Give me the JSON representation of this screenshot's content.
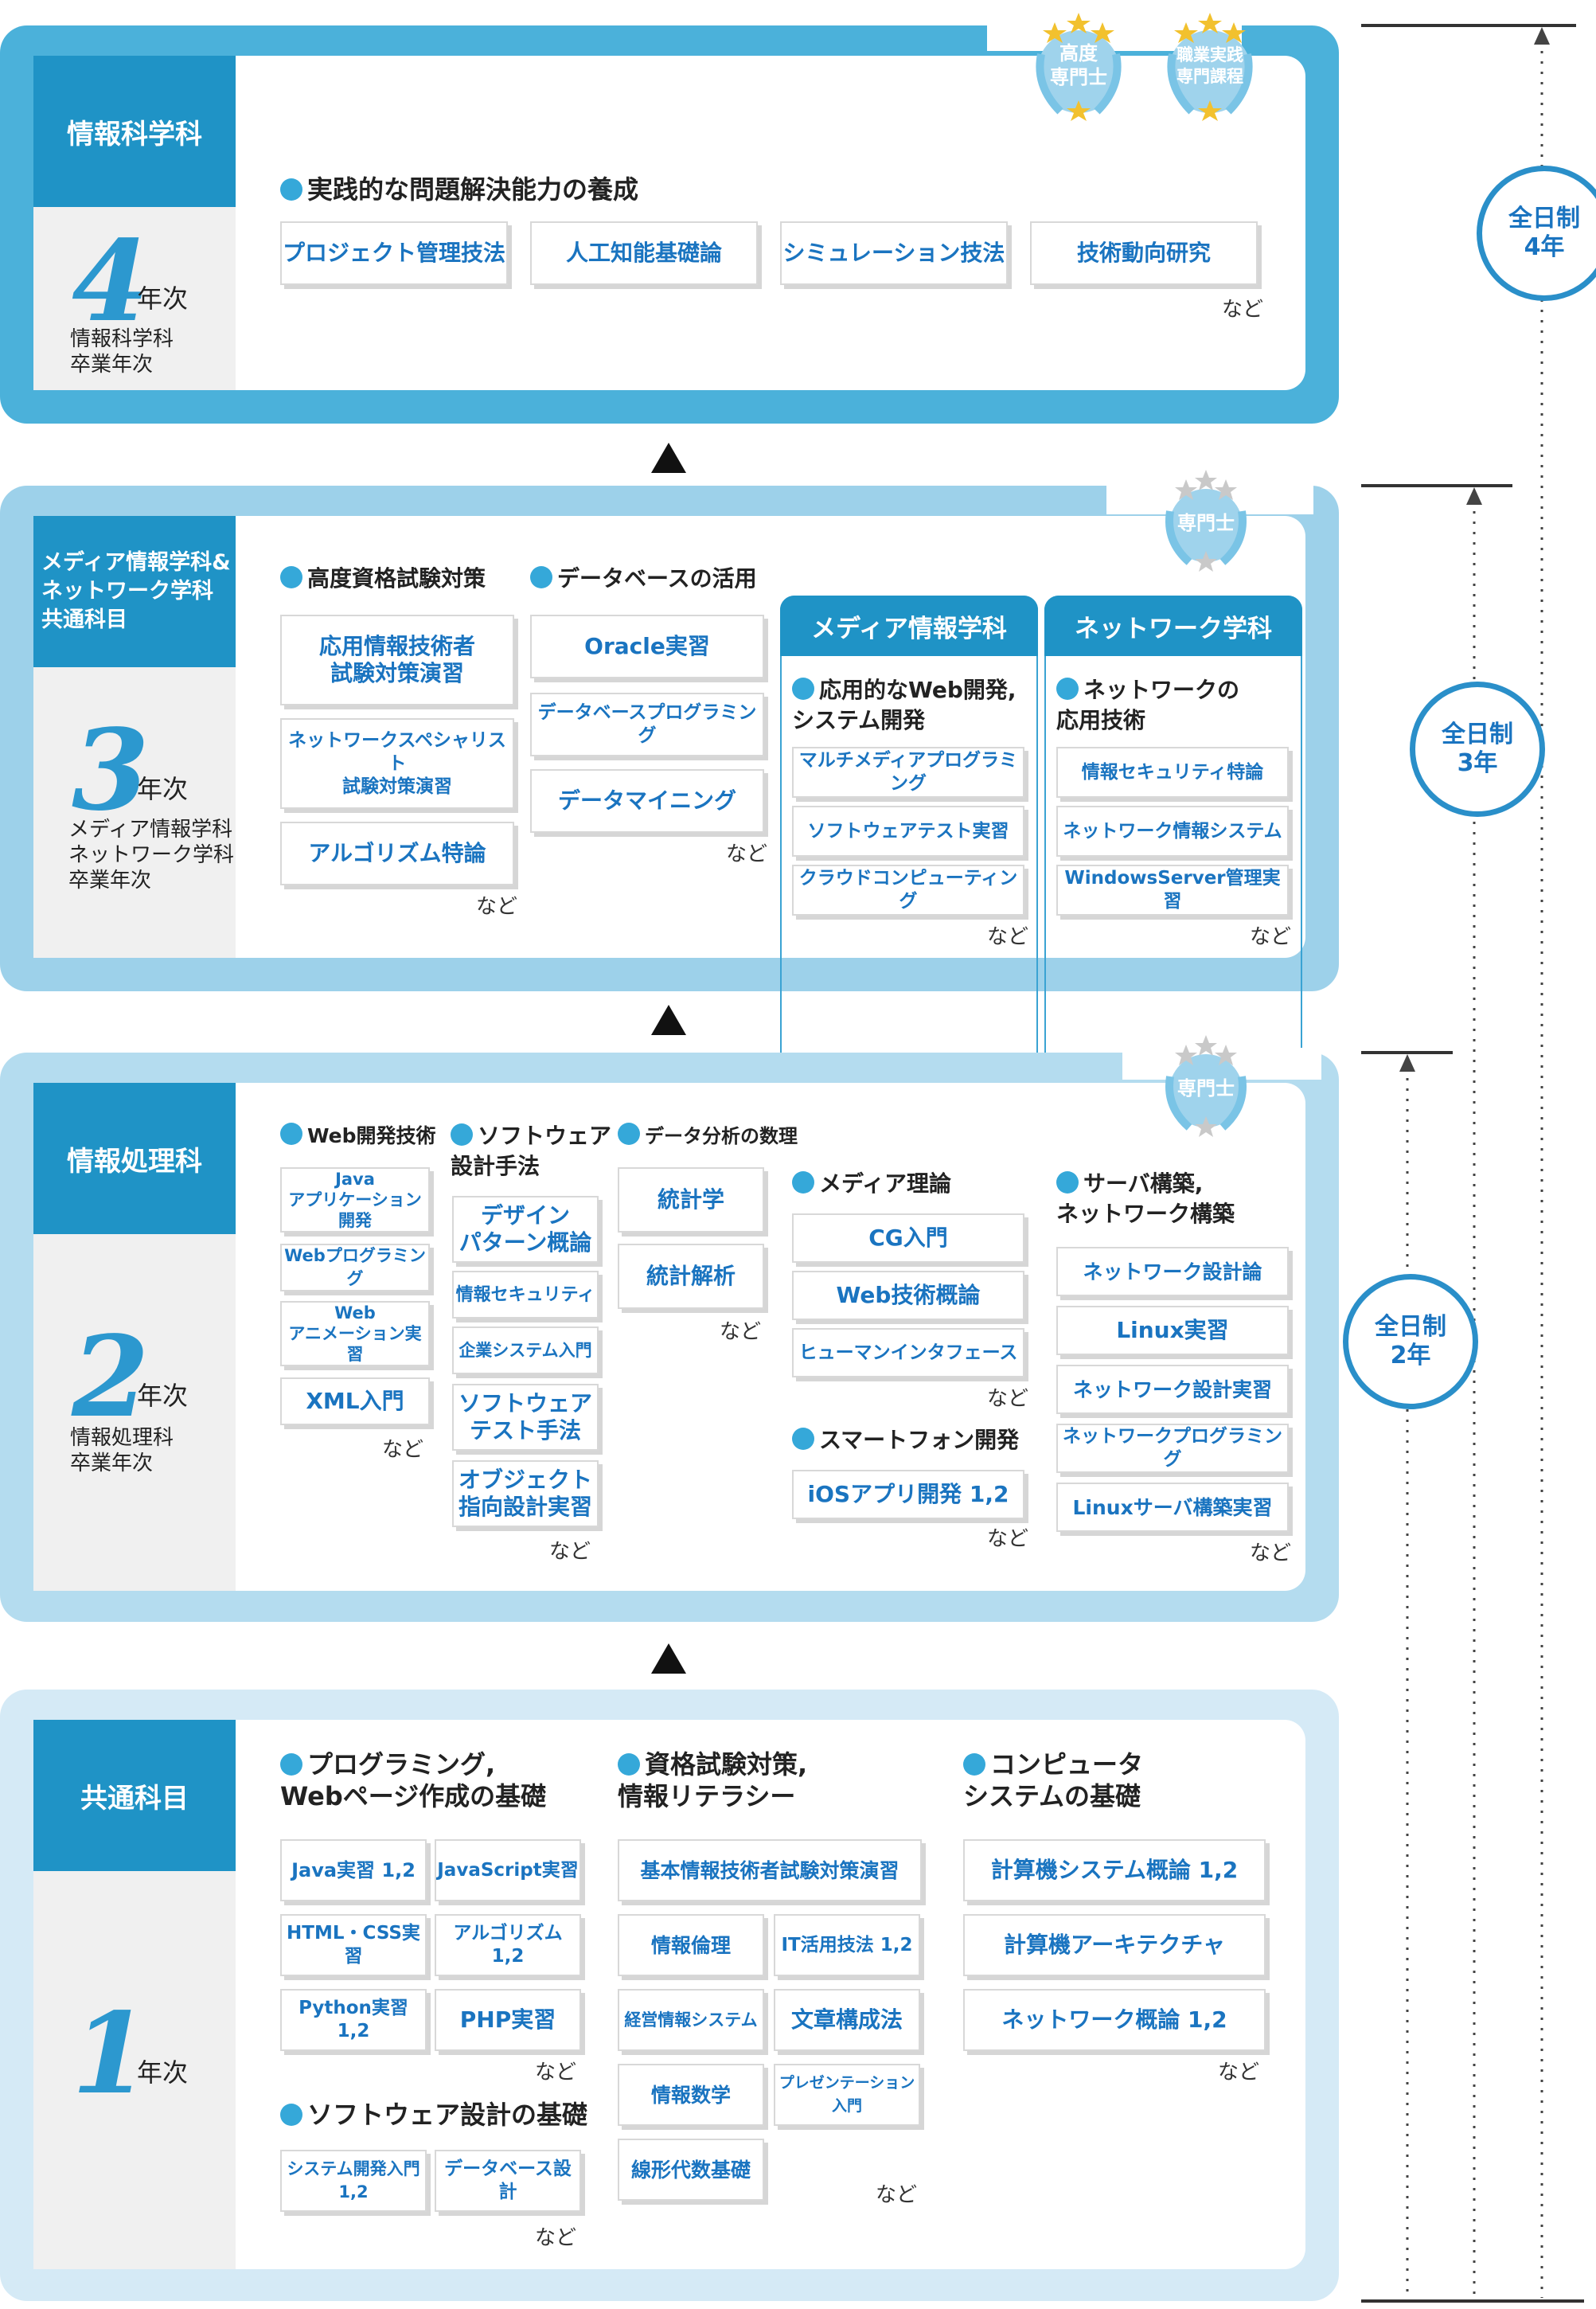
{
  "year4": {
    "label": "情報科学科",
    "year_num": "4",
    "year_suffix": "年次",
    "graduation": "情報科学科\n卒業年次",
    "heading": "実践的な問題解決能力の養成",
    "courses": [
      "プロジェクト管理技法",
      "人工知能基礎論",
      "シミュレーション技法",
      "技術動向研究"
    ],
    "etc": "など",
    "badge1": "高度\n専門士",
    "badge2": "職業実践\n専門課程"
  },
  "year3": {
    "label": "メディア情報学科&\nネットワーク学科\n共通科目",
    "year_num": "3",
    "year_suffix": "年次",
    "graduation": "メディア情報学科\nネットワーク学科\n卒業年次",
    "badge": "専門士",
    "group1": {
      "heading": "高度資格試験対策",
      "courses": [
        "応用情報技術者\n試験対策演習",
        "ネットワークスペシャリスト\n試験対策演習",
        "アルゴリズム特論"
      ],
      "etc": "など"
    },
    "group2": {
      "heading": "データベースの活用",
      "courses": [
        "Oracle実習",
        "データベースプログラミング",
        "データマイニング"
      ],
      "etc": "など"
    },
    "media": {
      "heading": "応用的なWeb開発,\nシステム開発",
      "courses": [
        "マルチメディアプログラミング",
        "ソフトウェアテスト実習",
        "クラウドコンピューティング"
      ],
      "etc": "など"
    },
    "network": {
      "heading": "ネットワークの\n応用技術",
      "courses": [
        "情報セキュリティ特論",
        "ネットワーク情報システム",
        "WindowsServer管理実習"
      ],
      "etc": "など"
    }
  },
  "departments": {
    "media": "メディア情報学科",
    "network": "ネットワーク学科"
  },
  "year2": {
    "label": "情報処理科",
    "year_num": "2",
    "year_suffix": "年次",
    "graduation": "情報処理科\n卒業年次",
    "badge": "専門士",
    "group1": {
      "heading": "Web開発技術",
      "courses": [
        "Java\nアプリケーション開発",
        "Webプログラミング",
        "Web\nアニメーション実習",
        "XML入門"
      ],
      "etc": "など"
    },
    "group2": {
      "heading": "ソフトウェア\n設計手法",
      "courses": [
        "デザイン\nパターン概論",
        "情報セキュリティ",
        "企業システム入門",
        "ソフトウェア\nテスト手法",
        "オブジェクト\n指向設計実習"
      ],
      "etc": "など"
    },
    "group3": {
      "heading": "データ分析の数理",
      "courses": [
        "統計学",
        "統計解析"
      ],
      "etc": "など"
    },
    "media1": {
      "heading": "メディア理論",
      "courses": [
        "CG入門",
        "Web技術概論",
        "ヒューマンインタフェース"
      ],
      "etc": "など"
    },
    "media2": {
      "heading": "スマートフォン開発",
      "courses": [
        "iOSアプリ開発 1,2"
      ],
      "etc": "など"
    },
    "network": {
      "heading": "サーバ構築,\nネットワーク構築",
      "courses": [
        "ネットワーク設計論",
        "Linux実習",
        "ネットワーク設計実習",
        "ネットワークプログラミング",
        "Linuxサーバ構築実習"
      ],
      "etc": "など"
    }
  },
  "year1": {
    "label": "共通科目",
    "year_num": "1",
    "year_suffix": "年次",
    "group1": {
      "heading": "プログラミング,\nWebページ作成の基礎",
      "courses": [
        "Java実習 1,2",
        "JavaScript実習",
        "HTML・CSS実習",
        "アルゴリズム 1,2",
        "Python実習 1,2",
        "PHP実習"
      ],
      "etc": "など"
    },
    "group2": {
      "heading": "ソフトウェア設計の基礎",
      "courses": [
        "システム開発入門 1,2",
        "データベース設計"
      ],
      "etc": "など"
    },
    "group3": {
      "heading": "資格試験対策,\n情報リテラシー",
      "courses": [
        "基本情報技術者試験対策演習",
        "情報倫理",
        "IT活用技法 1,2",
        "経営情報システム",
        "文章構成法",
        "情報数学",
        "プレゼンテーション入門",
        "線形代数基礎"
      ],
      "etc": "など"
    },
    "group4": {
      "heading": "コンピュータ\nシステムの基礎",
      "courses": [
        "計算機システム概論 1,2",
        "計算機アーキテクチャ",
        "ネットワーク概論 1,2"
      ],
      "etc": "など"
    }
  },
  "durations": {
    "four": "全日制\n4年",
    "three": "全日制\n3年",
    "two": "全日制\n2年"
  },
  "colors": {
    "accent": "#1f93c6",
    "band4": "#4bb1da",
    "band3": "#9dd1ea",
    "band2": "#b4dcef",
    "band1": "#d5eaf6",
    "pill_text": "#1a74c0"
  }
}
